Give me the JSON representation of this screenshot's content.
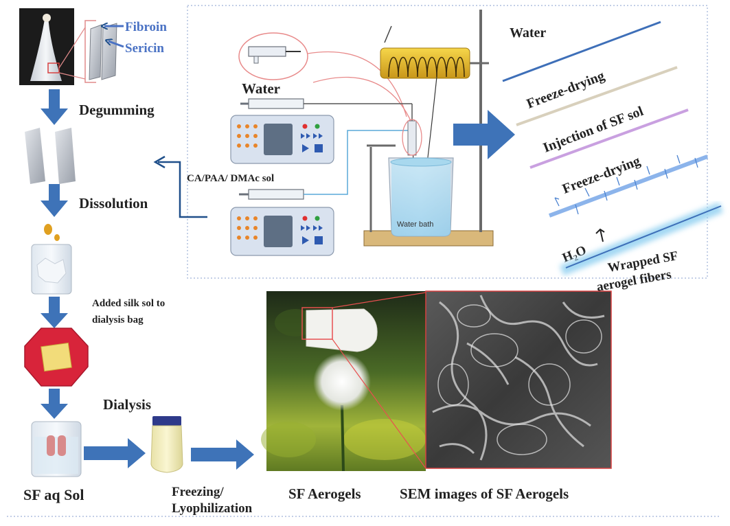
{
  "labels": {
    "fibroin": "Fibroin",
    "sericin": "Sericin",
    "degumming": "Degumming",
    "dissolution": "Dissolution",
    "added_silk_line1": "Added  silk sol to",
    "added_silk_line2": "dialysis bag",
    "dialysis": "Dialysis",
    "sf_aq_sol": "SF aq Sol",
    "freezing_line1": "Freezing/",
    "freezing_line2": "Lyophilization",
    "sf_aerogels": "SF Aerogels",
    "sem_images": "SEM images of SF Aerogels",
    "water_pump": "Water",
    "ca_paa_sol": "CA/PAA/ DMAc  sol",
    "water_bath": "Water bath",
    "layer_water": "Water",
    "layer_freeze1": "Freeze-drying",
    "layer_injection": "Injection of SF sol",
    "layer_freeze2": "Freeze-drying",
    "h2o_h": "H",
    "h2o_sub": "2",
    "h2o_o": "O",
    "wrapped_line1": "Wrapped SF",
    "wrapped_line2": "aerogel fibers"
  },
  "colors": {
    "flow_arrow": "#3e73b8",
    "text_blue": "#4a72c4",
    "dotted_border": "#9db0d6",
    "layer_water": "#3e6fb8",
    "layer_freeze1": "#d8d0bc",
    "layer_injection": "#c9a0e0",
    "layer_freeze2": "#78a8e8",
    "layer_wrapped": "#9ad4f2",
    "pump_body": "#d9e2ef",
    "heater": "#e8b820"
  }
}
